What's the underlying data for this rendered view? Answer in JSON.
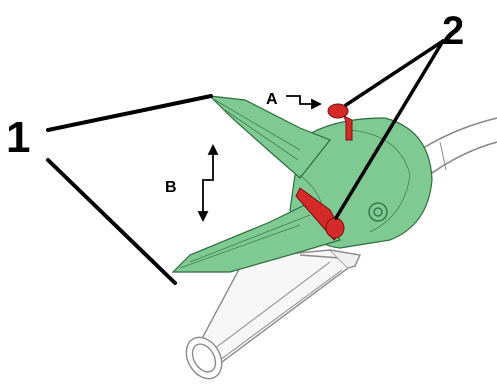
{
  "callouts": {
    "label_1": "1",
    "label_2": "2",
    "label_a": "A",
    "label_b": "B"
  },
  "colors": {
    "part_fill": "#7fca93",
    "part_stroke": "#2f6b3e",
    "highlight": "#d42a2a",
    "leader_line": "#000000",
    "handle_stroke": "#8a8a8a"
  }
}
